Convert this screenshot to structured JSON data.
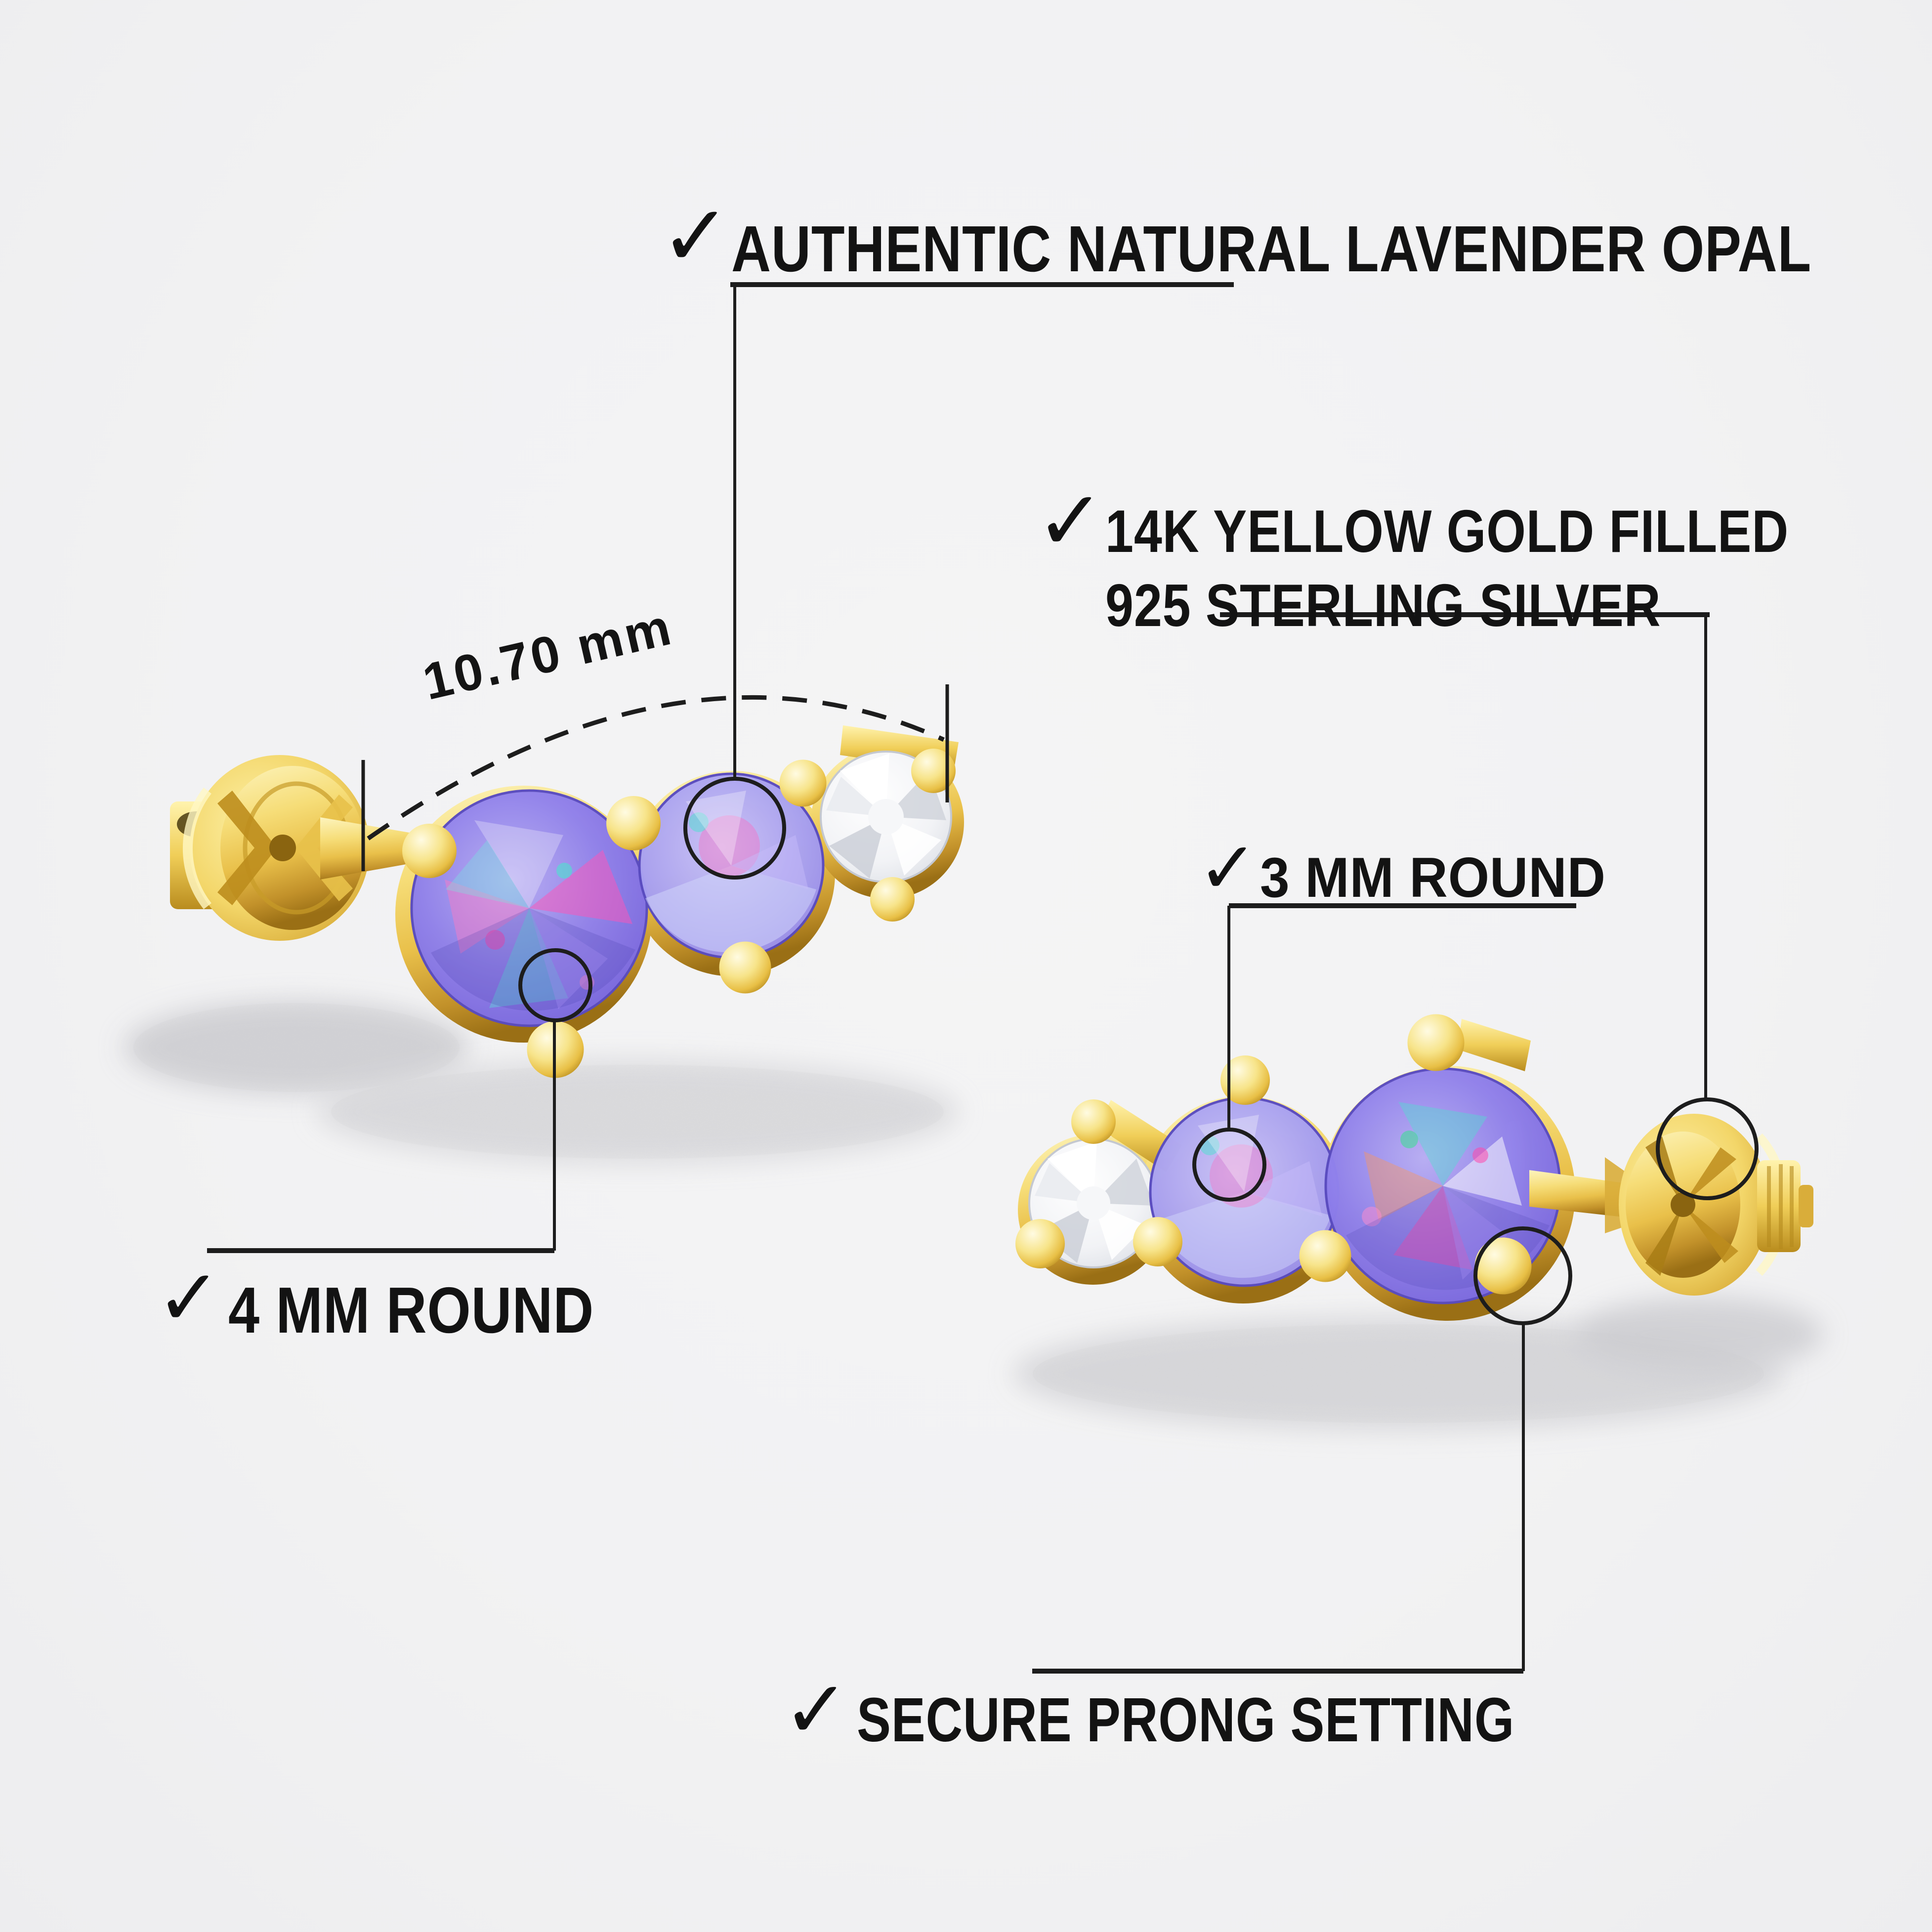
{
  "image_type": "jewelry-product-infographic",
  "subject": "lavender opal and diamond cluster stud earrings, yellow gold, two views with screw backs",
  "measurement": {
    "label": "10.70 mm"
  },
  "annotations": {
    "authentic": {
      "check": "✓",
      "label": "AUTHENTIC NATURAL LAVENDER OPAL"
    },
    "material": {
      "check": "✓",
      "line1": "14K YELLOW GOLD FILLED",
      "line2": "925 STERLING SILVER"
    },
    "size3": {
      "check": "✓",
      "label": "3 MM ROUND"
    },
    "size4": {
      "check": "✓",
      "label": "4 MM ROUND"
    },
    "prong": {
      "check": "✓",
      "label": "SECURE PRONG SETTING"
    }
  },
  "colors": {
    "background": "#f2f2f3",
    "text": "#131313",
    "annotation_line": "#1d1d1d",
    "gold": "#f0cd55",
    "gold_dark": "#a87c15",
    "opal": "#8a7ce4",
    "opal_flash_pink": "#ff54b7",
    "opal_flash_cyan": "#57e6d6",
    "diamond": "#eef0f4",
    "shadow": "#d6d6d9"
  }
}
